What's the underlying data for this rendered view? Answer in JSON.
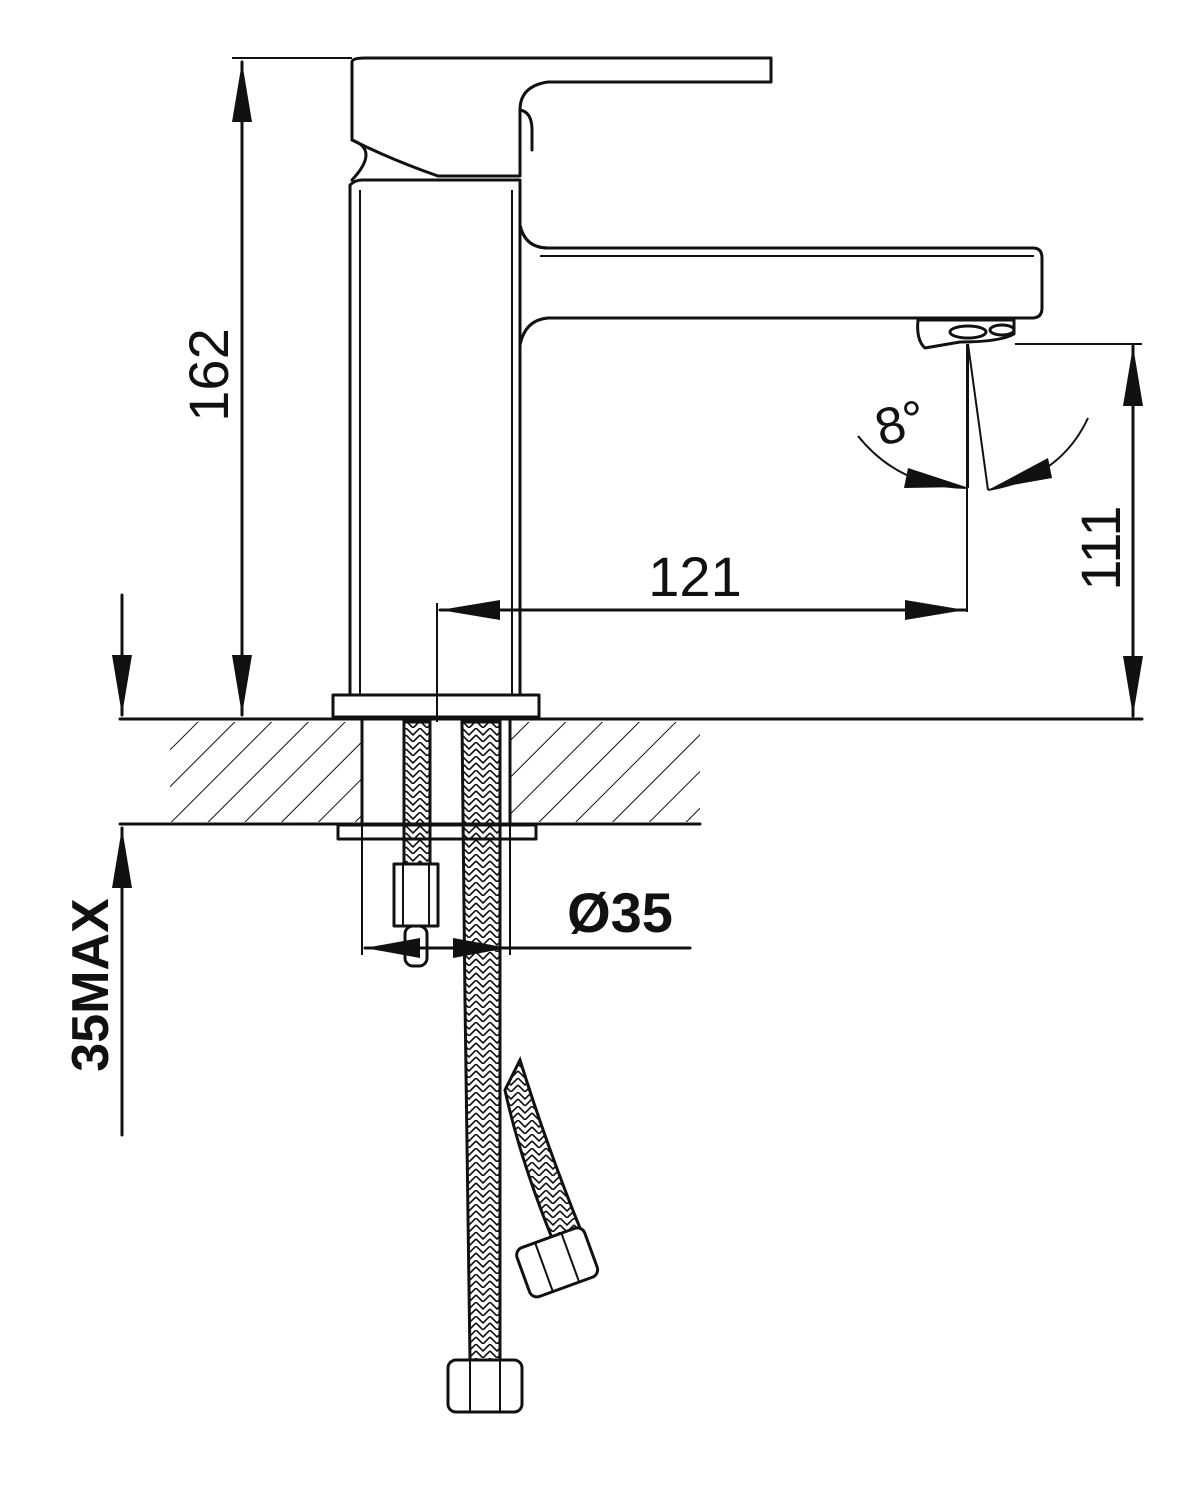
{
  "colors": {
    "ink": "#111111",
    "background": "#ffffff"
  },
  "dimensions": {
    "overall_height": "162",
    "spout_height": "111",
    "spout_reach": "121",
    "spray_angle": "8°",
    "hole_diameter": "Ø35",
    "max_deck_thickness": "35MAX"
  }
}
